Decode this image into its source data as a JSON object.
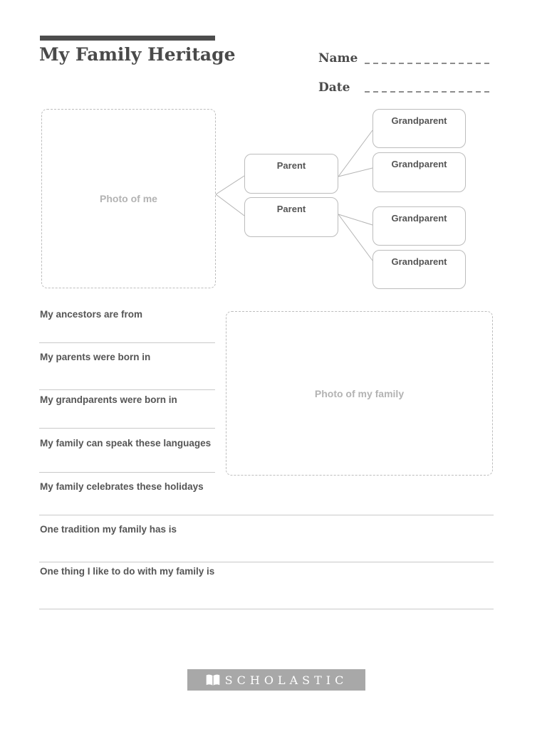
{
  "header": {
    "title": "My Family Heritage",
    "name_label": "Name",
    "date_label": "Date"
  },
  "tree": {
    "photo_me_label": "Photo of me",
    "parent_labels": [
      "Parent",
      "Parent"
    ],
    "grandparent_labels": [
      "Grandparent",
      "Grandparent",
      "Grandparent",
      "Grandparent"
    ]
  },
  "prompts": [
    "My ancestors are from",
    "My parents were born in",
    "My grandparents were born in",
    "My family can speak these languages",
    "My family celebrates these holidays",
    "One tradition my family has is",
    "One thing I like to do with my family is"
  ],
  "family_photo_label": "Photo of my family",
  "footer": {
    "brand": "SCHOLASTIC",
    "logo_icon": "open-book-icon"
  },
  "colors": {
    "accent_bar": "#4d4d4d",
    "heading_text": "#4a4a4a",
    "body_text": "#555555",
    "placeholder_text": "#b3b3b3",
    "write_line": "#c9c9c9",
    "dashed_border": "#bdbdbd",
    "box_border": "#bcbcbc",
    "connector_line": "#b3b3b3",
    "name_dash_line": "#8c8c8c",
    "logo_background": "#a8a8a8",
    "logo_text": "#ffffff"
  }
}
